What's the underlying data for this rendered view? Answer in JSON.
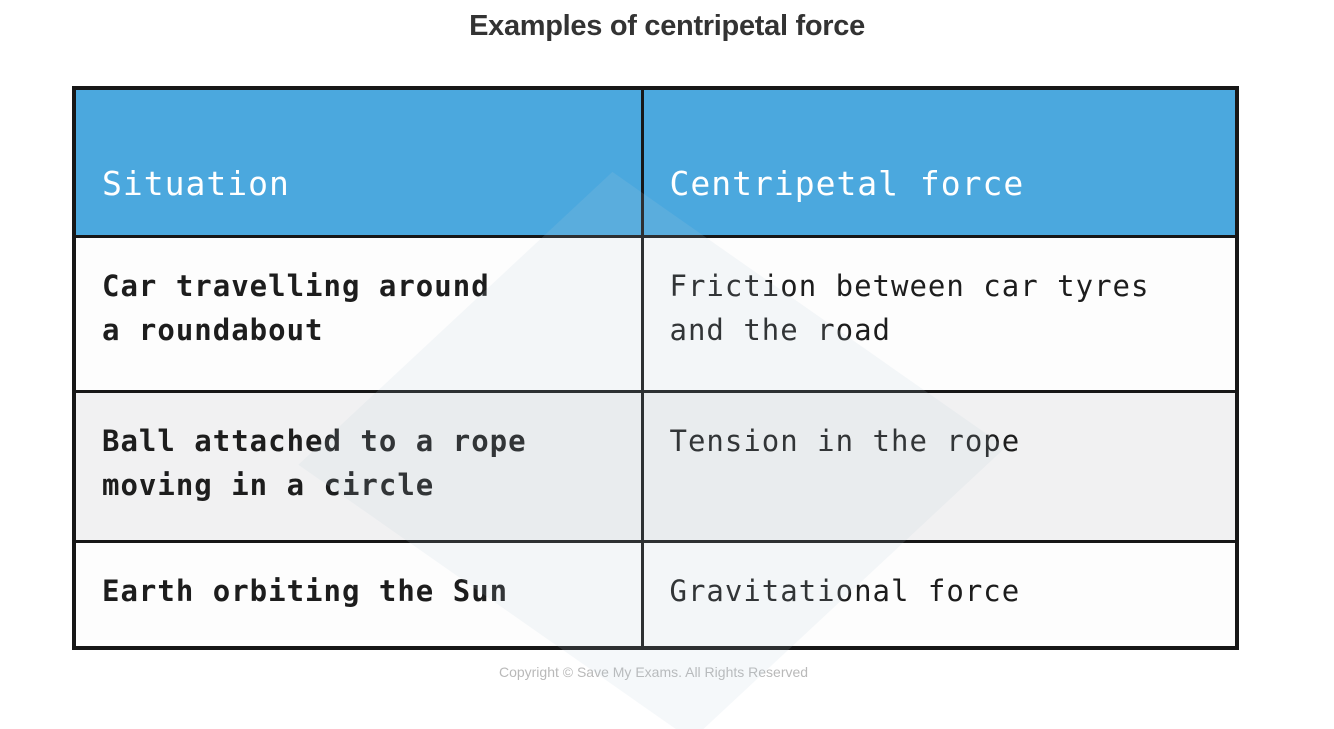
{
  "page": {
    "title": "Examples of centripetal force",
    "footer": "Copyright © Save My Exams. All Rights Reserved"
  },
  "table": {
    "columns": [
      {
        "label": "Situation"
      },
      {
        "label": "Centripetal force"
      }
    ],
    "rows": [
      {
        "situation": "Car travelling around a roundabout",
        "force": "Friction between car tyres and the road"
      },
      {
        "situation": "Ball attached to a rope moving in a circle",
        "force": "Tension in the rope"
      },
      {
        "situation": "Earth orbiting the Sun",
        "force": "Gravitational force"
      }
    ]
  },
  "colors": {
    "header_bg": "#4BA8DE",
    "header_text": "#FFFFFF",
    "border": "#171717",
    "row_alt_bg": "#F1F1F2",
    "row_bg": "#FDFDFD",
    "body_text": "#1D1D1D",
    "title_text": "#333333",
    "footer_text": "#B9B9B9"
  }
}
